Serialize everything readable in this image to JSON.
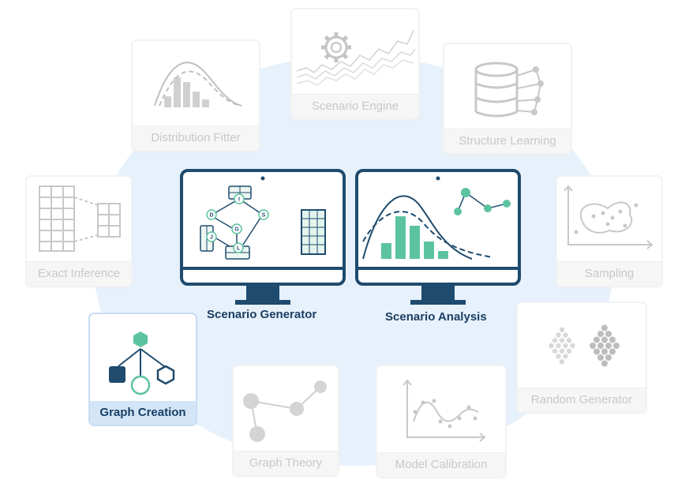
{
  "colors": {
    "navy": "#1e4b6e",
    "teal": "#5cc3a0",
    "faded": "#cfcfcf",
    "highlight": "#d3e5f7"
  },
  "center": {
    "left_monitor_label": "Scenario Generator",
    "right_monitor_label": "Scenario Analysis"
  },
  "modules": [
    {
      "id": "distribution-fitter",
      "label": "Distribution Fitter",
      "icon": "distribution-curve-icon"
    },
    {
      "id": "scenario-engine",
      "label": "Scenario Engine",
      "icon": "gear-timeseries-icon"
    },
    {
      "id": "structure-learning",
      "label": "Structure Learning",
      "icon": "database-network-icon"
    },
    {
      "id": "exact-inference",
      "label": "Exact Inference",
      "icon": "table-zoom-icon"
    },
    {
      "id": "sampling",
      "label": "Sampling",
      "icon": "scatter-cluster-icon"
    },
    {
      "id": "graph-creation",
      "label": "Graph Creation",
      "icon": "graph-shapes-icon",
      "active": true
    },
    {
      "id": "random-generator",
      "label": "Random Generator",
      "icon": "dot-diamond-icon"
    },
    {
      "id": "graph-theory",
      "label": "Graph Theory",
      "icon": "node-link-icon"
    },
    {
      "id": "model-calibration",
      "label": "Model Calibration",
      "icon": "curve-fit-icon"
    }
  ],
  "graph_nodes": [
    "I",
    "D",
    "S",
    "G",
    "J",
    "L"
  ]
}
